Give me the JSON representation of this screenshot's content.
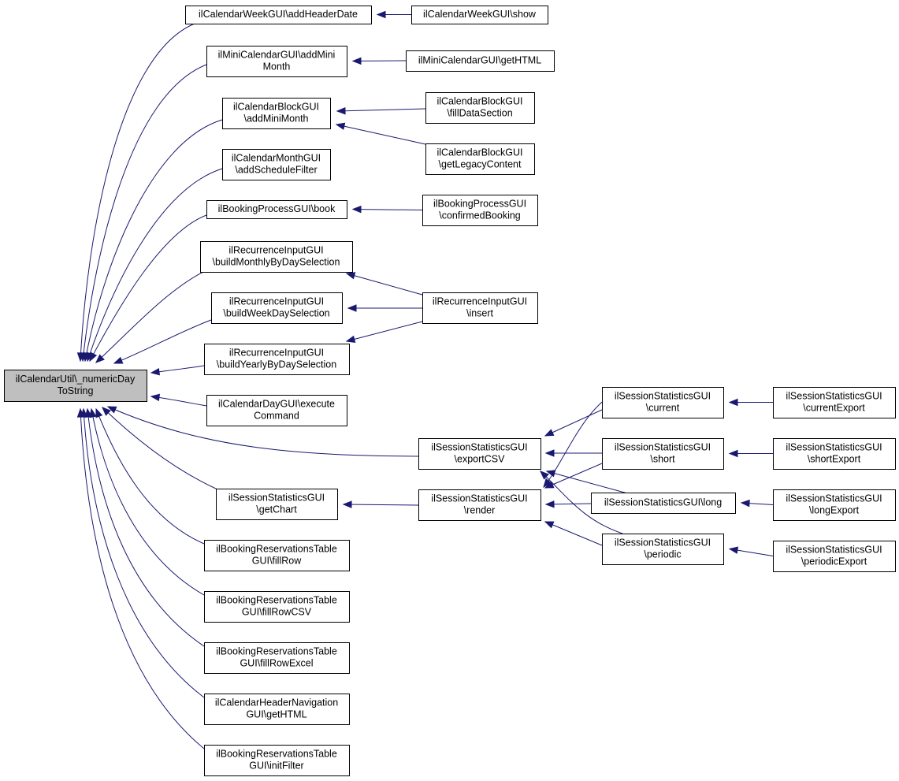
{
  "graph": {
    "colors": {
      "edge": "#191970",
      "root_fill": "#bfbfbf",
      "node_fill": "#ffffff",
      "border": "#000000"
    },
    "nodes": [
      {
        "id": "root",
        "lines": [
          "ilCalendarUtil\\_numericDay",
          "ToString"
        ],
        "root": true
      },
      {
        "id": "weekAddHeader",
        "lines": [
          "ilCalendarWeekGUI\\addHeaderDate"
        ]
      },
      {
        "id": "weekShow",
        "lines": [
          "ilCalendarWeekGUI\\show"
        ]
      },
      {
        "id": "miniAddMonth",
        "lines": [
          "ilMiniCalendarGUI\\addMini",
          "Month"
        ]
      },
      {
        "id": "miniGetHTML",
        "lines": [
          "ilMiniCalendarGUI\\getHTML"
        ]
      },
      {
        "id": "blockAddMini",
        "lines": [
          "ilCalendarBlockGUI",
          "\\addMiniMonth"
        ]
      },
      {
        "id": "blockFill",
        "lines": [
          "ilCalendarBlockGUI",
          "\\fillDataSection"
        ]
      },
      {
        "id": "blockLegacy",
        "lines": [
          "ilCalendarBlockGUI",
          "\\getLegacyContent"
        ]
      },
      {
        "id": "monthFilter",
        "lines": [
          "ilCalendarMonthGUI",
          "\\addScheduleFilter"
        ]
      },
      {
        "id": "bookBook",
        "lines": [
          "ilBookingProcessGUI\\book"
        ]
      },
      {
        "id": "bookConfirmed",
        "lines": [
          "ilBookingProcessGUI",
          "\\confirmedBooking"
        ]
      },
      {
        "id": "recMonthly",
        "lines": [
          "ilRecurrenceInputGUI",
          "\\buildMonthlyByDaySelection"
        ]
      },
      {
        "id": "recWeek",
        "lines": [
          "ilRecurrenceInputGUI",
          "\\buildWeekDaySelection"
        ]
      },
      {
        "id": "recYearly",
        "lines": [
          "ilRecurrenceInputGUI",
          "\\buildYearlyByDaySelection"
        ]
      },
      {
        "id": "recInsert",
        "lines": [
          "ilRecurrenceInputGUI",
          "\\insert"
        ]
      },
      {
        "id": "dayExec",
        "lines": [
          "ilCalendarDayGUI\\execute",
          "Command"
        ]
      },
      {
        "id": "sessExportCSV",
        "lines": [
          "ilSessionStatisticsGUI",
          "\\exportCSV"
        ]
      },
      {
        "id": "sessGetChart",
        "lines": [
          "ilSessionStatisticsGUI",
          "\\getChart"
        ]
      },
      {
        "id": "sessRender",
        "lines": [
          "ilSessionStatisticsGUI",
          "\\render"
        ]
      },
      {
        "id": "sessCurrent",
        "lines": [
          "ilSessionStatisticsGUI",
          "\\current"
        ]
      },
      {
        "id": "sessShort",
        "lines": [
          "ilSessionStatisticsGUI",
          "\\short"
        ]
      },
      {
        "id": "sessLong",
        "lines": [
          "ilSessionStatisticsGUI\\long"
        ]
      },
      {
        "id": "sessPeriodic",
        "lines": [
          "ilSessionStatisticsGUI",
          "\\periodic"
        ]
      },
      {
        "id": "sessCurrentExport",
        "lines": [
          "ilSessionStatisticsGUI",
          "\\currentExport"
        ]
      },
      {
        "id": "sessShortExport",
        "lines": [
          "ilSessionStatisticsGUI",
          "\\shortExport"
        ]
      },
      {
        "id": "sessLongExport",
        "lines": [
          "ilSessionStatisticsGUI",
          "\\longExport"
        ]
      },
      {
        "id": "sessPeriodicExport",
        "lines": [
          "ilSessionStatisticsGUI",
          "\\periodicExport"
        ]
      },
      {
        "id": "resFillRow",
        "lines": [
          "ilBookingReservationsTable",
          "GUI\\fillRow"
        ]
      },
      {
        "id": "resFillRowCSV",
        "lines": [
          "ilBookingReservationsTable",
          "GUI\\fillRowCSV"
        ]
      },
      {
        "id": "resFillRowExcel",
        "lines": [
          "ilBookingReservationsTable",
          "GUI\\fillRowExcel"
        ]
      },
      {
        "id": "headerNav",
        "lines": [
          "ilCalendarHeaderNavigation",
          "GUI\\getHTML"
        ]
      },
      {
        "id": "resInitFilter",
        "lines": [
          "ilBookingReservationsTable",
          "GUI\\initFilter"
        ]
      }
    ],
    "edges": [
      {
        "from": "weekAddHeader",
        "to": "root"
      },
      {
        "from": "miniAddMonth",
        "to": "root"
      },
      {
        "from": "blockAddMini",
        "to": "root"
      },
      {
        "from": "monthFilter",
        "to": "root"
      },
      {
        "from": "bookBook",
        "to": "root"
      },
      {
        "from": "recMonthly",
        "to": "root"
      },
      {
        "from": "recWeek",
        "to": "root"
      },
      {
        "from": "recYearly",
        "to": "root"
      },
      {
        "from": "dayExec",
        "to": "root"
      },
      {
        "from": "sessExportCSV",
        "to": "root"
      },
      {
        "from": "sessGetChart",
        "to": "root"
      },
      {
        "from": "resFillRow",
        "to": "root"
      },
      {
        "from": "resFillRowCSV",
        "to": "root"
      },
      {
        "from": "resFillRowExcel",
        "to": "root"
      },
      {
        "from": "headerNav",
        "to": "root"
      },
      {
        "from": "resInitFilter",
        "to": "root"
      },
      {
        "from": "weekShow",
        "to": "weekAddHeader"
      },
      {
        "from": "miniGetHTML",
        "to": "miniAddMonth"
      },
      {
        "from": "blockFill",
        "to": "blockAddMini"
      },
      {
        "from": "blockLegacy",
        "to": "blockAddMini"
      },
      {
        "from": "bookConfirmed",
        "to": "bookBook"
      },
      {
        "from": "recInsert",
        "to": "recMonthly"
      },
      {
        "from": "recInsert",
        "to": "recWeek"
      },
      {
        "from": "recInsert",
        "to": "recYearly"
      },
      {
        "from": "sessRender",
        "to": "sessGetChart"
      },
      {
        "from": "sessCurrent",
        "to": "sessExportCSV"
      },
      {
        "from": "sessShort",
        "to": "sessExportCSV"
      },
      {
        "from": "sessLong",
        "to": "sessExportCSV"
      },
      {
        "from": "sessPeriodic",
        "to": "sessExportCSV"
      },
      {
        "from": "sessCurrent",
        "to": "sessRender"
      },
      {
        "from": "sessShort",
        "to": "sessRender"
      },
      {
        "from": "sessLong",
        "to": "sessRender"
      },
      {
        "from": "sessPeriodic",
        "to": "sessRender"
      },
      {
        "from": "sessCurrentExport",
        "to": "sessCurrent"
      },
      {
        "from": "sessShortExport",
        "to": "sessShort"
      },
      {
        "from": "sessLongExport",
        "to": "sessLong"
      },
      {
        "from": "sessPeriodicExport",
        "to": "sessPeriodic"
      }
    ]
  }
}
